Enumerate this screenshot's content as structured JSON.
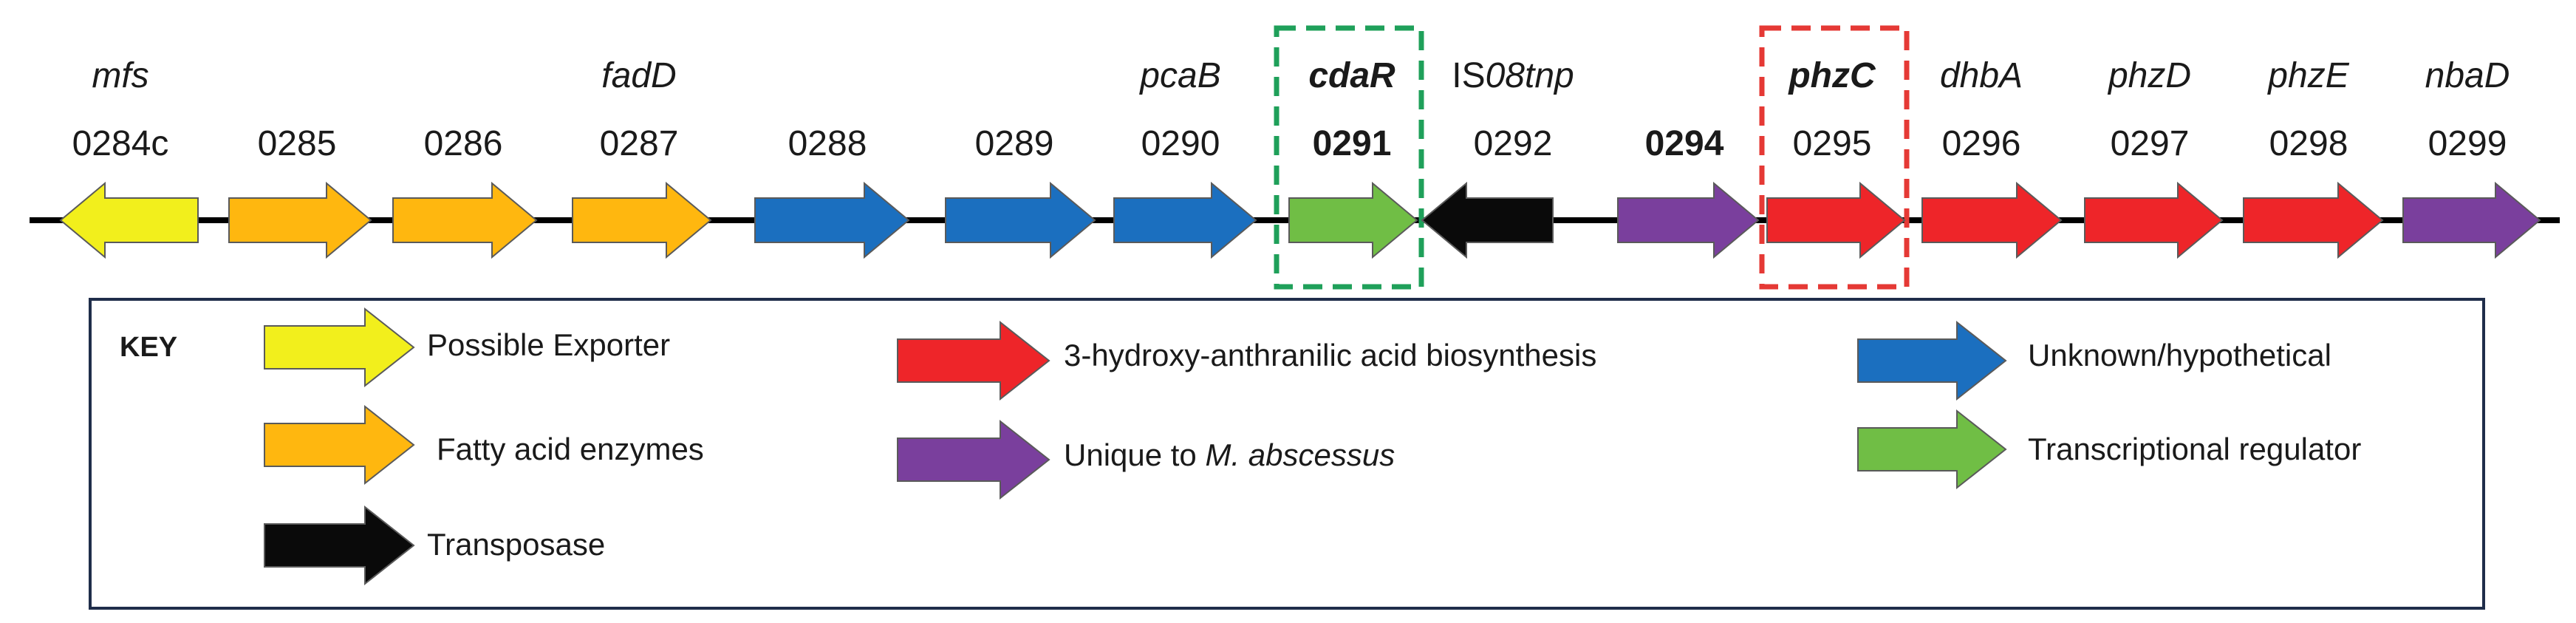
{
  "colors": {
    "exporter": "#F2EF1C",
    "fatty": "#FFB70F",
    "blue": "#1B6FBF",
    "green": "#70BE45",
    "black": "#0a0a0a",
    "purple": "#7A3F9D",
    "red": "#EE2529",
    "green_box": "#1FA05A",
    "red_box": "#E53935"
  },
  "genes": [
    {
      "num": "0284c",
      "name": "mfs",
      "color": "exporter",
      "dir": "left",
      "num_bold": false,
      "name_bold": false
    },
    {
      "num": "0285",
      "name": "",
      "color": "fatty",
      "dir": "right",
      "num_bold": false,
      "name_bold": false
    },
    {
      "num": "0286",
      "name": "",
      "color": "fatty",
      "dir": "right",
      "num_bold": false,
      "name_bold": false
    },
    {
      "num": "0287",
      "name": "fadD",
      "color": "fatty",
      "dir": "right",
      "num_bold": false,
      "name_bold": false
    },
    {
      "num": "0288",
      "name": "",
      "color": "blue",
      "dir": "right",
      "num_bold": false,
      "name_bold": false
    },
    {
      "num": "0289",
      "name": "",
      "color": "blue",
      "dir": "right",
      "num_bold": false,
      "name_bold": false
    },
    {
      "num": "0290",
      "name": "pcaB",
      "color": "blue",
      "dir": "right",
      "num_bold": false,
      "name_bold": false
    },
    {
      "num": "0291",
      "name": "cdaR",
      "color": "green",
      "dir": "right",
      "num_bold": true,
      "name_bold": true,
      "highlight": "green_box"
    },
    {
      "num": "0292",
      "name": "IS08tnp",
      "color": "black",
      "dir": "left",
      "num_bold": false,
      "name_bold": false
    },
    {
      "num": "0294",
      "name": "",
      "color": "purple",
      "dir": "right",
      "num_bold": true,
      "name_bold": false
    },
    {
      "num": "0295",
      "name": "phzC",
      "color": "red",
      "dir": "right",
      "num_bold": false,
      "name_bold": true,
      "highlight": "red_box"
    },
    {
      "num": "0296",
      "name": "dhbA",
      "color": "red",
      "dir": "right",
      "num_bold": false,
      "name_bold": false
    },
    {
      "num": "0297",
      "name": "phzD",
      "color": "red",
      "dir": "right",
      "num_bold": false,
      "name_bold": false
    },
    {
      "num": "0298",
      "name": "phzE",
      "color": "red",
      "dir": "right",
      "num_bold": false,
      "name_bold": false
    },
    {
      "num": "0299",
      "name": "nbaD",
      "color": "purple",
      "dir": "right",
      "num_bold": false,
      "name_bold": false
    }
  ],
  "key": {
    "title": "KEY",
    "items": [
      {
        "label": "Possible Exporter",
        "color": "exporter"
      },
      {
        "label": "Fatty acid enzymes",
        "color": "fatty"
      },
      {
        "label": "Transposase",
        "color": "black"
      },
      {
        "label": "3-hydroxy-anthranilic acid biosynthesis",
        "color": "red"
      },
      {
        "label_plain": "Unique to ",
        "label_italic": "M. abscessus",
        "color": "purple"
      },
      {
        "label": "Unknown/hypothetical",
        "color": "blue"
      },
      {
        "label": "Transcriptional regulator",
        "color": "green"
      }
    ]
  }
}
